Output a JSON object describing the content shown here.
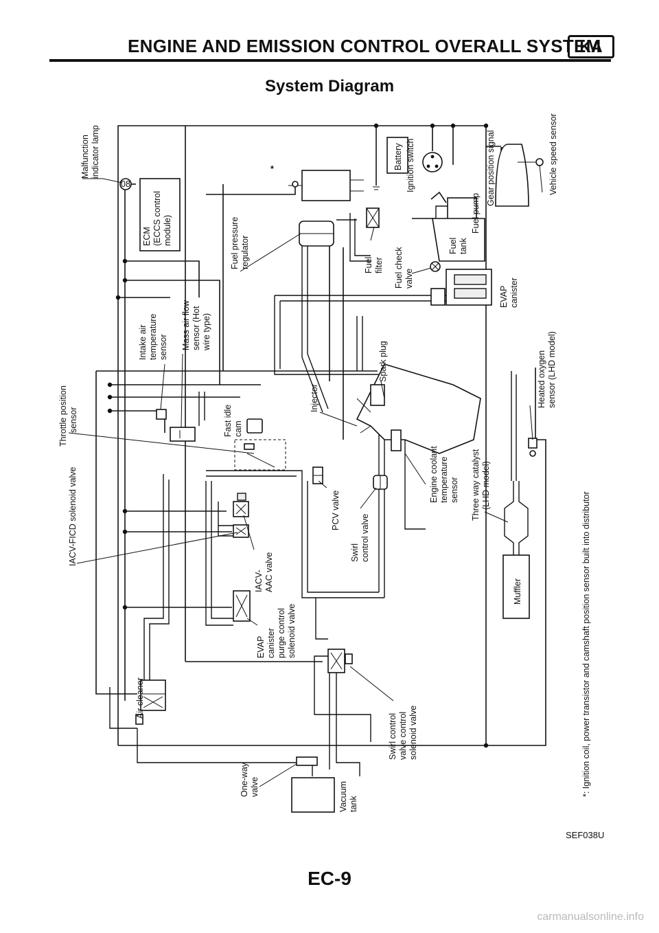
{
  "header": {
    "title": "ENGINE AND EMISSION CONTROL OVERALL SYSTEM",
    "badge": "KA"
  },
  "section_title": "System Diagram",
  "labels": {
    "malfunction_indicator_lamp": [
      "Malfunction",
      "indicator lamp"
    ],
    "ecm": [
      "ECM",
      "(ECCS control",
      "module)"
    ],
    "battery": "Battery",
    "ignition_switch": "Ignition switch",
    "vehicle_speed_sensor": "Vehicle speed sensor",
    "gear_position_signal": "Gear position signal",
    "fuel_pump": "Fuel pump",
    "fuel_tank": [
      "Fuel",
      "tank"
    ],
    "fuel_pressure_regulator": [
      "Fuel pressure",
      "regulator"
    ],
    "fuel_filter": [
      "Fuel",
      "filter"
    ],
    "fuel_check_valve": [
      "Fuel check",
      "valve"
    ],
    "evap_canister": [
      "EVAP",
      "canister"
    ],
    "intake_air_temperature_sensor": [
      "Intake air",
      "temperature",
      "sensor"
    ],
    "mass_air_flow_sensor": [
      "Mass air flow",
      "sensor (Hot",
      "wire type)"
    ],
    "throttle_position_sensor": [
      "Throttle position",
      "sensor"
    ],
    "spark_plug": "Spark plug",
    "heated_oxygen_sensor": [
      "Heated oxygen",
      "sensor (LHD model)"
    ],
    "fast_idle_cam": [
      "Fast idle",
      "cam"
    ],
    "injector": "Injector",
    "iacv_ficd_solenoid_valve": "IACV-FICD solenoid valve",
    "pcv_valve": "PCV valve",
    "engine_coolant_temperature_sensor": [
      "Engine coolant",
      "temperature",
      "sensor"
    ],
    "three_way_catalyst": [
      "Three way catalyst",
      "(LHD model)"
    ],
    "swirl_control_valve": [
      "Swirl",
      "control valve"
    ],
    "iacv_aac_valve": [
      "IACV-",
      "AAC valve"
    ],
    "muffler": "Muffler",
    "evap_canister_purge_control_solenoid_valve": [
      "EVAP",
      "canister",
      "purge control",
      "solenoid valve"
    ],
    "air_cleaner": "Air cleaner",
    "swirl_control_valve_control_solenoid_valve": [
      "Swirl control",
      "valve control",
      "solenoid valve"
    ],
    "one_way_valve": [
      "One-way",
      "valve"
    ],
    "vacuum_tank": [
      "Vacuum",
      "tank"
    ],
    "asterisk": "*",
    "footnote": "*: Ignition coil, power transistor and camshaft position sensor built into distributor",
    "mil_code": "08"
  },
  "figure_ref": "SEF038U",
  "page_number": "EC-9",
  "watermark": "carmanualsonline.info"
}
